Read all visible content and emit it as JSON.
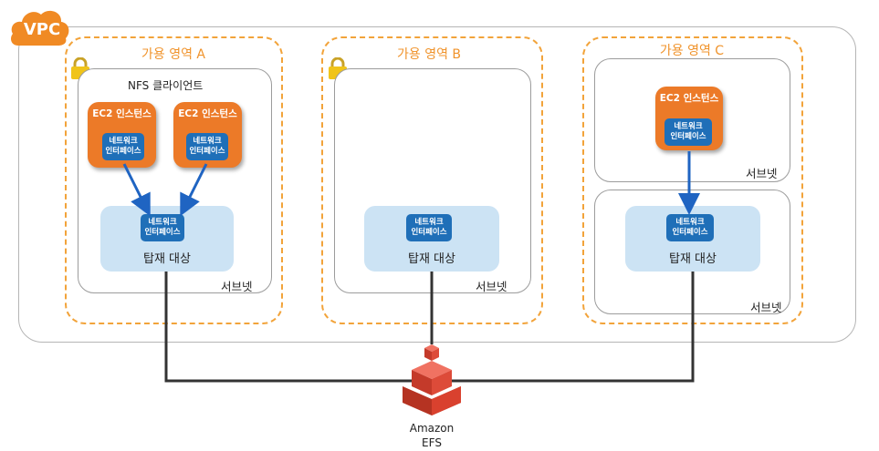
{
  "vpc": {
    "label": "VPC"
  },
  "zones": {
    "a": {
      "label": "가용 영역 A",
      "subnet_label": "서브넷",
      "client_group_label": "NFS 클라이언트"
    },
    "b": {
      "label": "가용 영역 B",
      "subnet_label": "서브넷"
    },
    "c": {
      "label": "가용 영역 C",
      "subnet_label_top": "서브넷",
      "subnet_label_bottom": "서브넷"
    }
  },
  "ec2": {
    "label": "EC2 인스턴스"
  },
  "eni": {
    "line1": "네트워크",
    "line2": "인터페이스"
  },
  "mount_target": {
    "label": "탑재 대상"
  },
  "efs": {
    "line1": "Amazon",
    "line2": "EFS"
  },
  "colors": {
    "az_border": "#f2a33a",
    "ec2": "#ec7a28",
    "eni": "#1f6fb8",
    "mount_target": "#cce3f4",
    "arrow": "#1f64c2",
    "efs": "#d9412e"
  }
}
